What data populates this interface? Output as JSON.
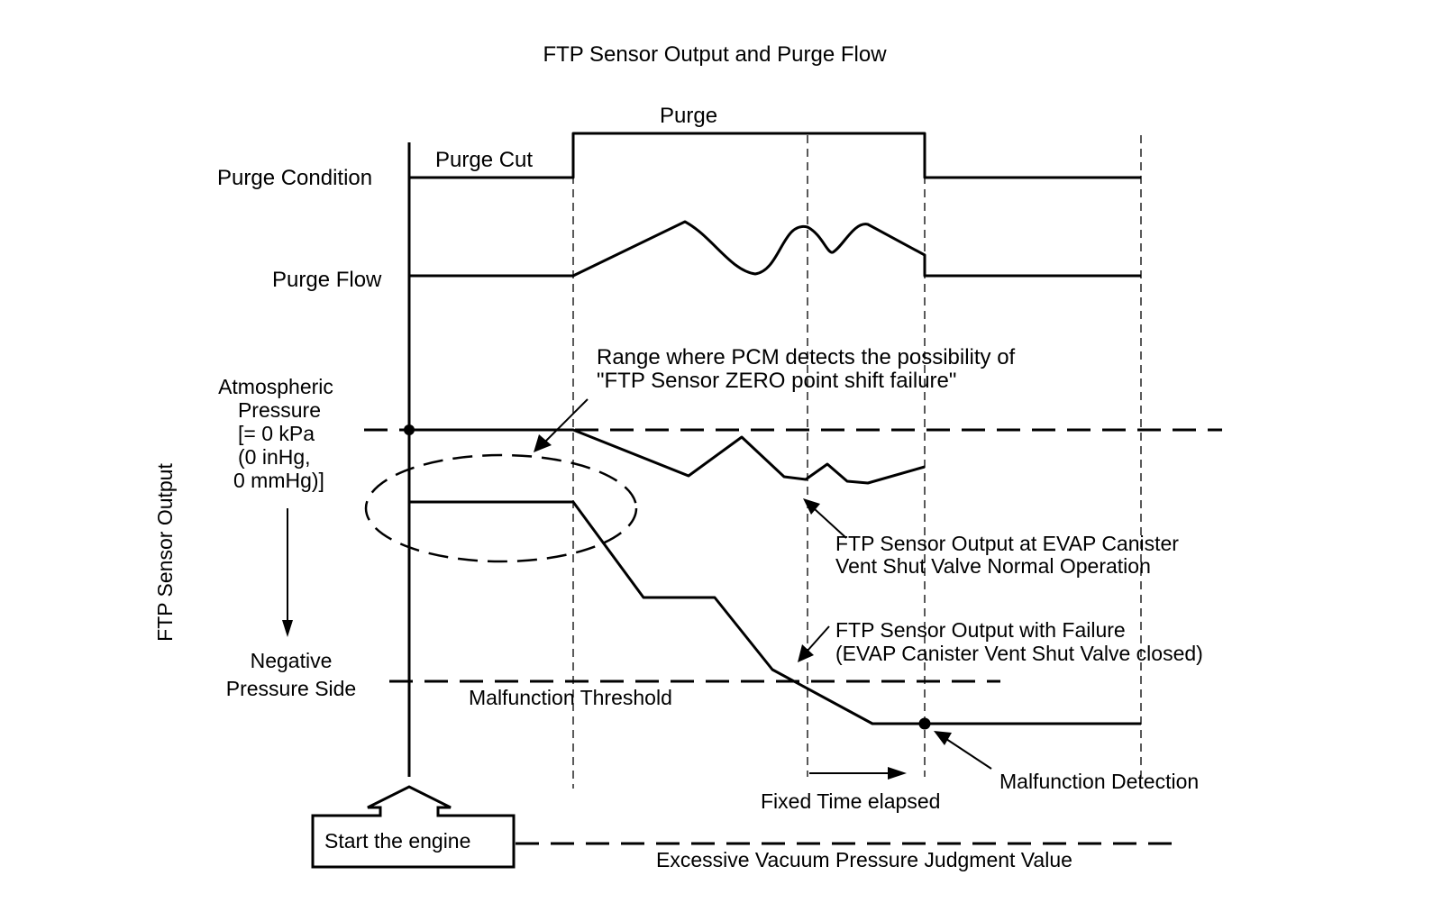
{
  "title": "FTP Sensor Output and Purge Flow",
  "labels": {
    "purge": "Purge",
    "purge_cut": "Purge Cut",
    "purge_condition": "Purge Condition",
    "purge_flow": "Purge Flow",
    "range_line1": "Range where PCM detects the possibility of",
    "range_line2": "\"FTP Sensor ZERO point shift failure\"",
    "atm_line1": "Atmospheric",
    "atm_line2": "Pressure",
    "atm_line3": "[= 0 kPa",
    "atm_line4": "(0 inHg,",
    "atm_line5": "0 mmHg)]",
    "ftp_axis": "FTP Sensor Output",
    "normal_line1": "FTP Sensor Output at EVAP Canister",
    "normal_line2": "Vent Shut Valve Normal Operation",
    "failure_line1": "FTP Sensor Output with Failure",
    "failure_line2": "(EVAP Canister Vent Shut Valve closed)",
    "negative_line1": "Negative",
    "negative_line2": "Pressure Side",
    "malfunction_threshold": "Malfunction Threshold",
    "malfunction_detection": "Malfunction Detection",
    "fixed_time": "Fixed Time elapsed",
    "start_engine": "Start the engine",
    "excessive_vacuum": "Excessive Vacuum Pressure Judgment Value"
  }
}
